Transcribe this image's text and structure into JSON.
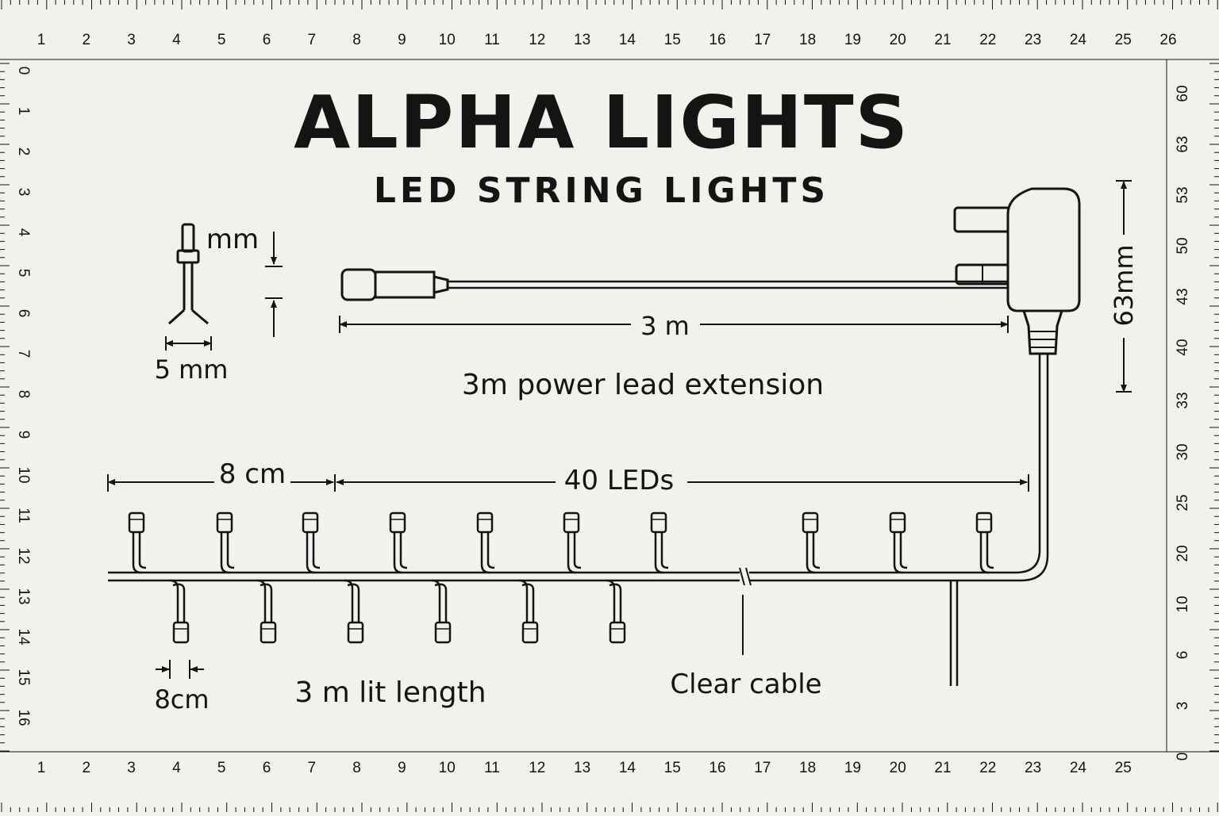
{
  "title": "ALPHA LIGHTS",
  "subtitle": "LED STRING LIGHTS",
  "rulers": {
    "top": [
      "1",
      "2",
      "3",
      "4",
      "5",
      "6",
      "7",
      "8",
      "9",
      "10",
      "11",
      "12",
      "13",
      "14",
      "15",
      "16",
      "17",
      "18",
      "19",
      "20",
      "21",
      "22",
      "23",
      "24",
      "25",
      "26"
    ],
    "bottom": [
      "1",
      "2",
      "3",
      "4",
      "5",
      "6",
      "7",
      "8",
      "9",
      "10",
      "11",
      "12",
      "13",
      "14",
      "15",
      "16",
      "17",
      "18",
      "19",
      "20",
      "21",
      "22",
      "23",
      "24",
      "25"
    ],
    "left": [
      "0",
      "1",
      "2",
      "3",
      "4",
      "5",
      "6",
      "7",
      "8",
      "9",
      "10",
      "11",
      "12",
      "13",
      "14",
      "15",
      "16"
    ],
    "right": [
      "60",
      "63",
      "53",
      "50",
      "43",
      "40",
      "33",
      "30",
      "25",
      "20",
      "10",
      "6",
      "3",
      "0"
    ]
  },
  "bulb_detail": {
    "height_label": "mm",
    "width_label": "5 mm"
  },
  "power_lead": {
    "length_label": "3 m",
    "caption": "3m power lead extension"
  },
  "transformer": {
    "height_label": "63mm"
  },
  "string": {
    "spacing_label": "8 cm",
    "count_label": "40 LEDs",
    "small_spacing_label": "8cm",
    "lit_length_label": "3 m lit length",
    "cable_label": "Clear cable"
  },
  "colors": {
    "background": "#f2f1ec",
    "ink": "#141414"
  }
}
